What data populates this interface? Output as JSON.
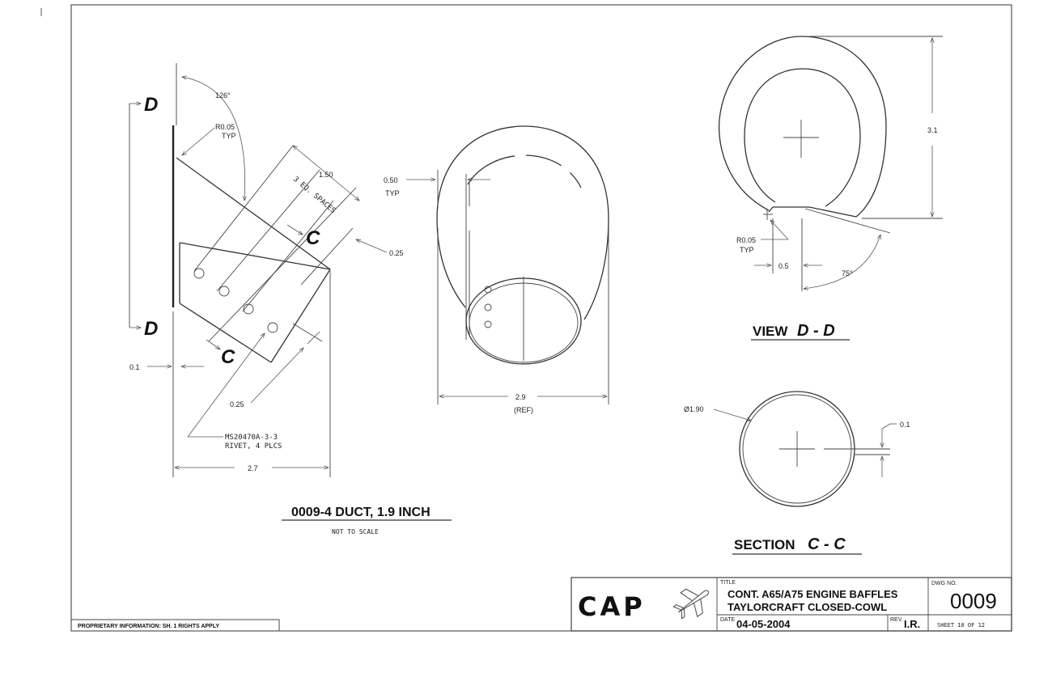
{
  "left_view": {
    "ref_d": "D",
    "ref_c": "C",
    "angle": "126°",
    "radius": "R0.05",
    "radius_typ": "TYP",
    "spacing": "1.50",
    "spacing_note": "3 EQ. SPACES",
    "dim_025_right": "0.25",
    "dim_01": "0.1",
    "dim_025_bottom": "0.25",
    "rivet_line1": "MS20470A-3-3",
    "rivet_line2": "RIVET, 4 PLCS",
    "dim_27": "2.7",
    "title": "0009-4 DUCT, 1.9 INCH",
    "subtitle": "NOT TO SCALE"
  },
  "middle_view": {
    "dim_050": "0.50",
    "dim_050_typ": "TYP",
    "dim_29": "2.9",
    "dim_29_ref": "(REF)"
  },
  "view_dd": {
    "dim_31": "3.1",
    "radius": "R0.05",
    "radius_typ": "TYP",
    "dim_05": "0.5",
    "angle": "75°",
    "title_prefix": "VIEW",
    "title_ref": "D - D"
  },
  "section_cc": {
    "diameter": "Ø1.90",
    "dim_01": "0.1",
    "title_prefix": "SECTION",
    "title_ref": "C - C"
  },
  "title_block": {
    "logo": "CAP",
    "title_label": "TITLE",
    "title_line1": "CONT. A65/A75 ENGINE BAFFLES",
    "title_line2": "TAYLORCRAFT CLOSED-COWL",
    "dwg_label": "DWG NO.",
    "dwg_no": "0009",
    "date_label": "DATE",
    "date": "04-05-2004",
    "rev_label": "REV.",
    "rev": "I.R.",
    "sheet": "SHEET 10 OF 12"
  },
  "proprietary": "PROPRIETARY INFORMATION: SH. 1 RIGHTS APPLY"
}
